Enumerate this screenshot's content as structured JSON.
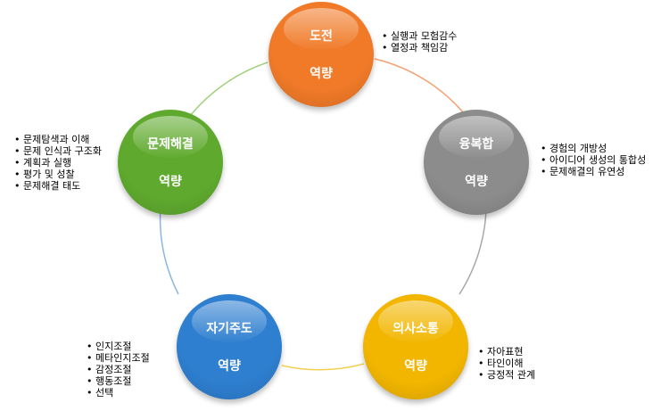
{
  "nodes": [
    {
      "id": "challenge",
      "line1": "도전",
      "line2": "역량",
      "color": "#f07a28"
    },
    {
      "id": "convergence",
      "line1": "융복합",
      "line2": "역량",
      "color": "#8c8c8c"
    },
    {
      "id": "communication",
      "line1": "의사소통",
      "line2": "역량",
      "color": "#f2b600"
    },
    {
      "id": "self-directed",
      "line1": "자기주도",
      "line2": "역량",
      "color": "#2e7fd0"
    },
    {
      "id": "problem-solving",
      "line1": "문제해결",
      "line2": "역량",
      "color": "#5faa2e"
    }
  ],
  "lists": {
    "challenge": [
      "실행과 모험감수",
      "열정과 책임감"
    ],
    "convergence": [
      "경험의 개방성",
      "아이디어 생성의 통합성",
      "문제해결의 유연성"
    ],
    "communication": [
      "자아표현",
      "타인이해",
      "긍정적 관계"
    ],
    "self-directed": [
      "인지조절",
      "메타인지조절",
      "감정조절",
      "행동조절",
      "선택"
    ],
    "problem-solving": [
      "문제탐색과 이해",
      "문제 인식과 구조화",
      "계획과 실행",
      "평가 및 성찰",
      "문제해결 태도"
    ]
  },
  "arc_colors": [
    "#f4a070",
    "#a8a8a8",
    "#f4cf50",
    "#8ab6e4",
    "#9fd07a"
  ]
}
